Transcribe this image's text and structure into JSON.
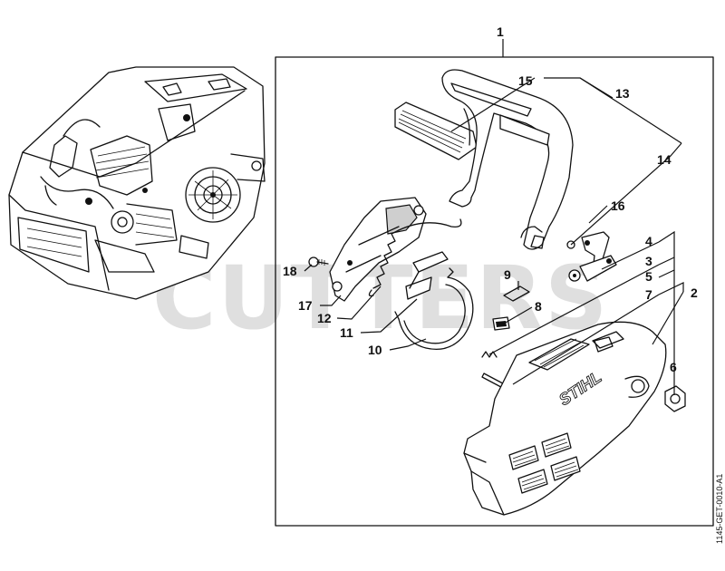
{
  "diagram": {
    "watermark": "CUTTERS",
    "reference_code": "1145-GET-0010-A1",
    "brand_mark": "STIHL",
    "callouts": [
      {
        "id": "1",
        "label": "1"
      },
      {
        "id": "2",
        "label": "2"
      },
      {
        "id": "3",
        "label": "3"
      },
      {
        "id": "4",
        "label": "4"
      },
      {
        "id": "5",
        "label": "5"
      },
      {
        "id": "6",
        "label": "6"
      },
      {
        "id": "7",
        "label": "7"
      },
      {
        "id": "8",
        "label": "8"
      },
      {
        "id": "9",
        "label": "9"
      },
      {
        "id": "10",
        "label": "10"
      },
      {
        "id": "11",
        "label": "11"
      },
      {
        "id": "12",
        "label": "12"
      },
      {
        "id": "13",
        "label": "13"
      },
      {
        "id": "14",
        "label": "14"
      },
      {
        "id": "15",
        "label": "15"
      },
      {
        "id": "16",
        "label": "16"
      },
      {
        "id": "17",
        "label": "17"
      },
      {
        "id": "18",
        "label": "18"
      }
    ]
  }
}
